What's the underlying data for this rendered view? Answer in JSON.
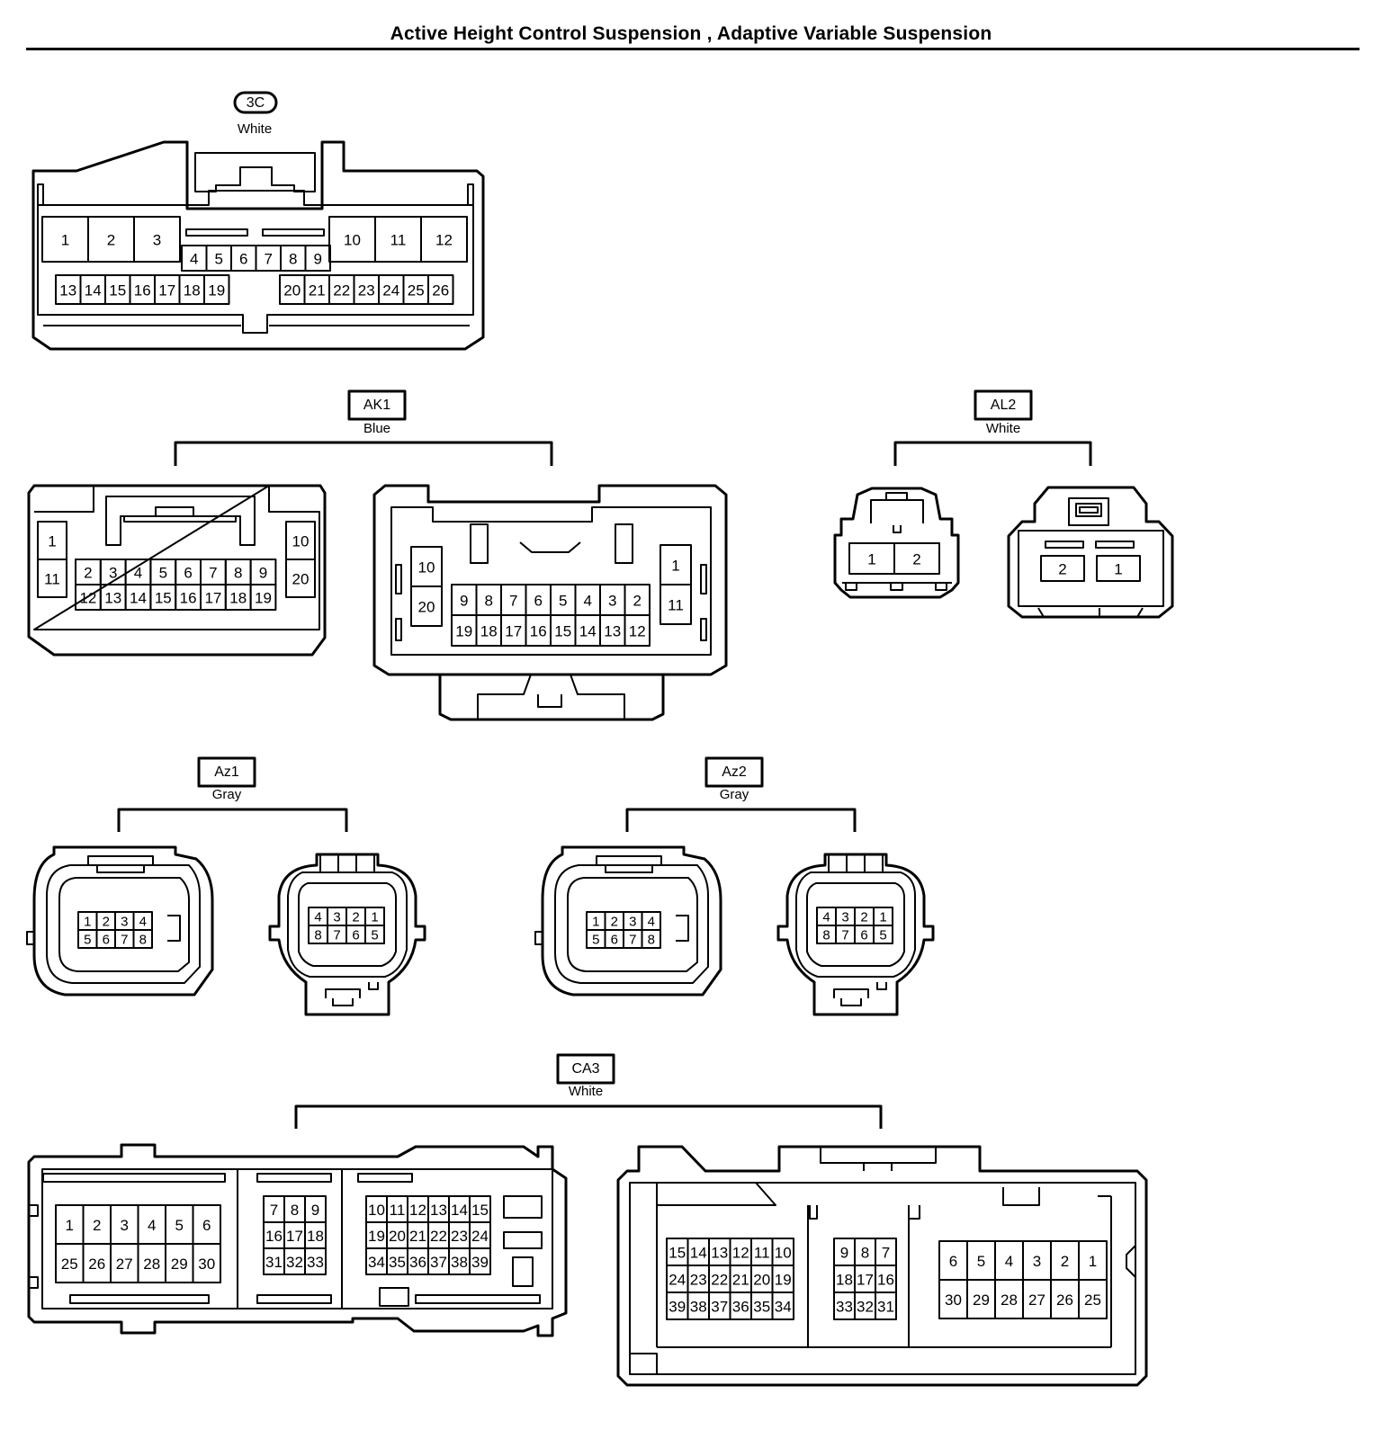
{
  "title": "Active Height Control Suspension , Adaptive Variable Suspension",
  "connectors": {
    "c3C": {
      "code": "3C",
      "color": "White",
      "pins": [
        "1",
        "2",
        "3",
        "4",
        "5",
        "6",
        "7",
        "8",
        "9",
        "10",
        "11",
        "12",
        "13",
        "14",
        "15",
        "16",
        "17",
        "18",
        "19",
        "20",
        "21",
        "22",
        "23",
        "24",
        "25",
        "26"
      ]
    },
    "AK1": {
      "code": "AK1",
      "color": "Blue",
      "left_pins": [
        "1",
        "11",
        "2",
        "3",
        "4",
        "5",
        "6",
        "7",
        "8",
        "9",
        "10",
        "20",
        "12",
        "13",
        "14",
        "15",
        "16",
        "17",
        "18",
        "19"
      ],
      "right_pins": [
        "10",
        "20",
        "9",
        "8",
        "7",
        "6",
        "5",
        "4",
        "3",
        "2",
        "1",
        "11",
        "19",
        "18",
        "17",
        "16",
        "15",
        "14",
        "13",
        "12"
      ]
    },
    "AL2": {
      "code": "AL2",
      "color": "White",
      "left_pins": [
        "1",
        "2"
      ],
      "right_pins": [
        "2",
        "1"
      ]
    },
    "Az1": {
      "code": "Az1",
      "color": "Gray",
      "left_pins": [
        "1",
        "2",
        "3",
        "4",
        "5",
        "6",
        "7",
        "8"
      ],
      "right_pins": [
        "4",
        "3",
        "2",
        "1",
        "8",
        "7",
        "6",
        "5"
      ]
    },
    "Az2": {
      "code": "Az2",
      "color": "Gray",
      "left_pins": [
        "1",
        "2",
        "3",
        "4",
        "5",
        "6",
        "7",
        "8"
      ],
      "right_pins": [
        "4",
        "3",
        "2",
        "1",
        "8",
        "7",
        "6",
        "5"
      ]
    },
    "CA3": {
      "code": "CA3",
      "color": "White",
      "left_pins": [
        "1",
        "2",
        "3",
        "4",
        "5",
        "6",
        "25",
        "26",
        "27",
        "28",
        "29",
        "30",
        "7",
        "8",
        "9",
        "16",
        "17",
        "18",
        "31",
        "32",
        "33",
        "10",
        "11",
        "12",
        "13",
        "14",
        "15",
        "19",
        "20",
        "21",
        "22",
        "23",
        "24",
        "34",
        "35",
        "36",
        "37",
        "38",
        "39"
      ],
      "right_pins": [
        "15",
        "14",
        "13",
        "12",
        "11",
        "10",
        "24",
        "23",
        "22",
        "21",
        "20",
        "19",
        "39",
        "38",
        "37",
        "36",
        "35",
        "34",
        "9",
        "8",
        "7",
        "18",
        "17",
        "16",
        "33",
        "32",
        "31",
        "6",
        "5",
        "4",
        "3",
        "2",
        "1",
        "30",
        "29",
        "28",
        "27",
        "26",
        "25"
      ]
    }
  }
}
